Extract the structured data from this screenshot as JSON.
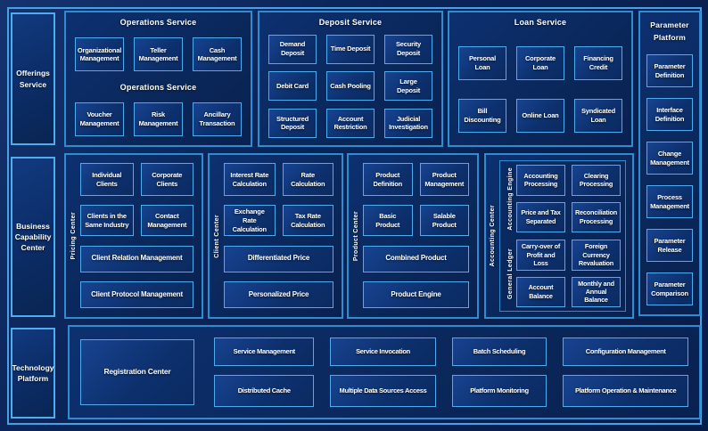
{
  "colors": {
    "background": "#0a2154",
    "panel_fill": "#0a2759",
    "panel_border": "#2f8cd0",
    "node_fill": "#0d306d",
    "node_border": "#4facee",
    "outer_frame_border": "#4aa0e6",
    "text": "#ffffff"
  },
  "left_rail": {
    "offerings": "Offerings Service",
    "business": "Business Capability Center",
    "technology": "Technology Platform"
  },
  "operations": {
    "title": "Operations Service",
    "subtitle": "Operations Service",
    "row1": [
      "Organizational Management",
      "Teller Management",
      "Cash Management"
    ],
    "row2": [
      "Voucher Management",
      "Risk Management",
      "Ancillary Transaction"
    ]
  },
  "deposit": {
    "title": "Deposit Service",
    "row1": [
      "Demand Deposit",
      "Time Deposit",
      "Security Deposit"
    ],
    "row2": [
      "Debit Card",
      "Cash Pooling",
      "Large Deposit"
    ],
    "row3": [
      "Structured Deposit",
      "Account Restriction",
      "Judicial Investigation"
    ]
  },
  "loan": {
    "title": "Loan Service",
    "row1": [
      "Personal Loan",
      "Corporate Loan",
      "Financing Credit"
    ],
    "row2": [
      "Bill Discounting",
      "Online Loan",
      "Syndicated Loan"
    ]
  },
  "parameter": {
    "title": "Parameter Platform",
    "items": [
      "Parameter Definition",
      "Interface Definition",
      "Change Management",
      "Process Management",
      "Parameter Release",
      "Parameter Comparison"
    ]
  },
  "pricing": {
    "label": "Pricing Center",
    "row1": [
      "Individual Clients",
      "Corporate Clients"
    ],
    "row2": [
      "Clients in the Same Industry",
      "Contact Management"
    ],
    "wide1": "Client Relation Management",
    "wide2": "Client Protocol Management"
  },
  "client": {
    "label": "Client Center",
    "row1": [
      "Interest Rate Calculation",
      "Rate Calculation"
    ],
    "row2": [
      "Exchange Rate Calculation",
      "Tax Rate Calculation"
    ],
    "wide1": "Differentiated Price",
    "wide2": "Personalized Price"
  },
  "product": {
    "label": "Product Center",
    "row1": [
      "Product Definition",
      "Product Management"
    ],
    "row2": [
      "Basic Product",
      "Salable Product"
    ],
    "wide1": "Combined Product",
    "wide2": "Product Engine"
  },
  "accounting": {
    "label": "Accounting Center",
    "engine": {
      "label": "Accounting Engine",
      "boxes": [
        "Accounting Processing",
        "Clearing Processing",
        "Price and Tax Separated",
        "Reconciliation Processing"
      ]
    },
    "ledger": {
      "label": "General Ledger",
      "boxes": [
        "Carry-over of Profit and Loss",
        "Foreign Currency Revaluation",
        "Account Balance",
        "Monthly and Annual Balance"
      ]
    }
  },
  "technology": {
    "registration": "Registration Center",
    "row1": [
      "Service Management",
      "Service Invocation",
      "Batch Scheduling",
      "Configuration Management"
    ],
    "row2": [
      "Distributed Cache",
      "Multiple Data Sources Access",
      "Platform Monitoring",
      "Platform Operation & Maintenance"
    ]
  }
}
